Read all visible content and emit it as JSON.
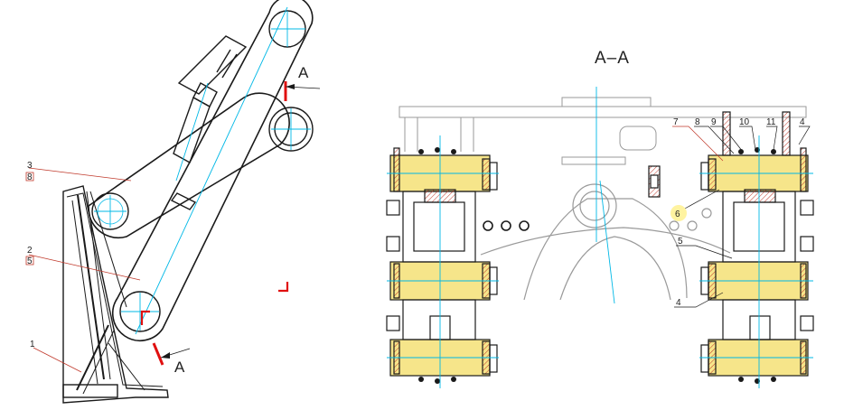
{
  "section_title": "A–A",
  "cut_label_top": "A",
  "cut_label_bottom": "A",
  "left_view": {
    "callout_3_number": "3",
    "callout_3_sub": "8",
    "callout_2_number": "2",
    "callout_2_sub": "5",
    "callout_1_number": "1"
  },
  "section_view": {
    "top_callouts": [
      "7",
      "8",
      "9",
      "10",
      "11",
      "4"
    ],
    "callout_6": "6",
    "callout_5": "5",
    "callout_4_lower": "4"
  },
  "colors": {
    "ink": "#1a1a1a",
    "center_line": "#00b8e6",
    "hub_fill": "#f6e58a",
    "cut_mark": "#e01010",
    "hatch": "#c0392b",
    "thin_gray": "#9a9a9a",
    "highlight": "#fff3a0"
  }
}
